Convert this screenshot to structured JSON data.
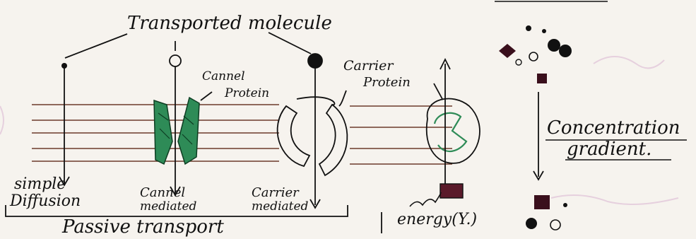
{
  "labels": {
    "transported_molecule": "Transported molecule",
    "channel_protein_line1": "Cannel",
    "channel_protein_line2": "Protein",
    "carrier_protein_line1": "Carrier",
    "carrier_protein_line2": "Protein",
    "simple_line1": "simple",
    "simple_line2": "Diffusion",
    "channel_mediated_line1": "Cannel",
    "channel_mediated_line2": "mediated",
    "carrier_mediated_line1": "Carrier",
    "carrier_mediated_line2": "mediated",
    "passive_transport": "Passive transport",
    "energy": "energy(Y.)",
    "concentration_line1": "Concentration",
    "concentration_line2": "gradient."
  },
  "colors": {
    "ink": "#111111",
    "channel_green": "#2e8b57",
    "membrane_line": "#6b3b2a",
    "bleed_through": "#c98fbf",
    "page": "#f6f3ee",
    "energy_block": "#5a1a2a"
  }
}
